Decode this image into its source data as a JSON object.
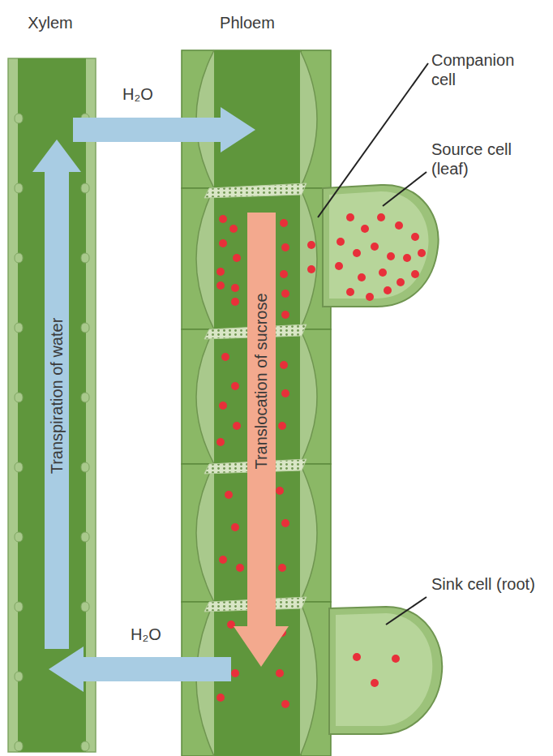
{
  "diagram": {
    "labels": [
      "Xylem",
      "Phloem",
      "Companion cell",
      "H₂O",
      "Source cell (leaf)",
      "Transpiration of water",
      "Translocation of sucrose",
      "Sink cell (root)",
      "H₂O"
    ]
  }
}
